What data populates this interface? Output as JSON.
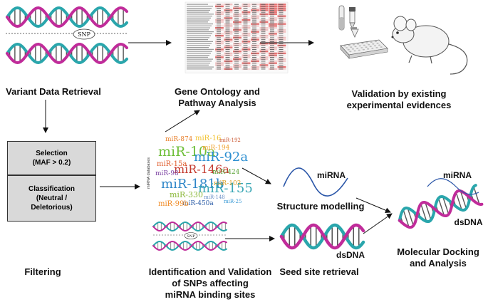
{
  "labels": {
    "variant": "Variant Data Retrieval",
    "go_line1": "Gene Ontology and",
    "go_line2": "Pathway Analysis",
    "val_line1": "Validation by existing",
    "val_line2": "experimental evidences",
    "filtering": "Filtering",
    "ident_line1": "Identification and Validation",
    "ident_line2": "of SNPs affecting",
    "ident_line3": "miRNA binding sites",
    "structure": "Structure modelling",
    "seed": "Seed site retrieval",
    "docking_line1": "Molecular Docking",
    "docking_line2": "and Analysis",
    "mirna1": "miRNA",
    "mirna2": "miRNA",
    "dsdna1": "dsDNA",
    "dsdna2": "dsDNA",
    "snp1": "SNP",
    "snp2": "SNP",
    "mirna_db": "miRNA databases"
  },
  "filter_box": {
    "selection_line1": "Selection",
    "selection_line2": "(MAF > 0.2)",
    "class_line1": "Classification",
    "class_line2": "(Neutral /",
    "class_line3": "Deletorious)"
  },
  "wordcloud": [
    {
      "text": "miR-874",
      "color": "#e87f2a"
    },
    {
      "text": "miR-16",
      "color": "#f2c230"
    },
    {
      "text": "miR-10a",
      "color": "#6fbf3a"
    },
    {
      "text": "miR-194",
      "color": "#f0a22b"
    },
    {
      "text": "miR-92a",
      "color": "#2d8fd1"
    },
    {
      "text": "miR-15a",
      "color": "#e05c2b"
    },
    {
      "text": "miR-146a",
      "color": "#c43a2f"
    },
    {
      "text": "miR-98",
      "color": "#7a3fa1"
    },
    {
      "text": "miR-424",
      "color": "#5ca43a"
    },
    {
      "text": "miR-181b",
      "color": "#2e86c8"
    },
    {
      "text": "miR-155",
      "color": "#3aa7b5"
    },
    {
      "text": "miR-330",
      "color": "#8bb83a"
    },
    {
      "text": "miR-103",
      "color": "#d8a02a"
    },
    {
      "text": "miR-450a",
      "color": "#2f5fa8"
    },
    {
      "text": "miR-99b",
      "color": "#f08a24"
    },
    {
      "text": "miR-25",
      "color": "#3a9ad6"
    },
    {
      "text": "miR-192",
      "color": "#c9542d"
    },
    {
      "text": "miR-148",
      "color": "#6a8fc6"
    }
  ],
  "colors": {
    "helix_magenta": "#c02c9a",
    "helix_teal": "#2aa6ac",
    "arrow": "#111111",
    "box_fill": "#d9d9d9"
  }
}
